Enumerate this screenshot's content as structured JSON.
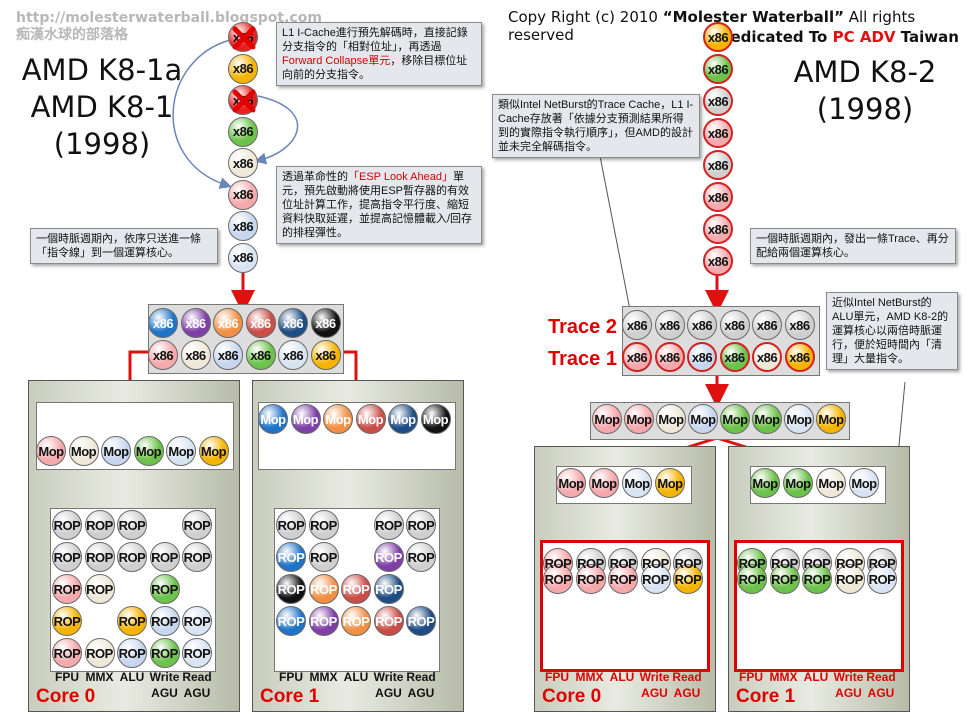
{
  "header": {
    "watermark_url": "http://molesterwaterball.blogspot.com",
    "watermark_name": "痴漢水球的部落格",
    "copyright_prefix": "Copy Right (c) 2010",
    "copyright_name": "“Molester Waterball”",
    "copyright_suffix": "All rights reserved",
    "dedicated_prefix": "Dedicated To",
    "dedicated_highlight": "PC ADV",
    "dedicated_suffix": "Taiwan"
  },
  "titles": {
    "left_line1": "AMD K8-1a",
    "left_line2": "AMD K8-1",
    "left_line3": "(1998)",
    "right_line1": "AMD K8-2",
    "right_line2": "(1998)"
  },
  "notes": {
    "l1_cache": "L1 I-Cache進行預先解碼時，直接記錄分支指令的「相對位址」，再透過Forward Collapse單元，移除目標位址向前的分支指令。",
    "l1_cache_red": "Forward Collapse單元",
    "esp_lookahead": "透過革命性的「ESP Look Ahead」單元，預先啟動將使用ESP暫存器的有效位址計算工作，提高指令平行度、縮短資料快取延遲，並提高記憶體載入/回存的排程彈性。",
    "esp_red": "「ESP Look Ahead」",
    "left_one_cycle": "一個時脈週期內，依序只送進一條「指令線」到一個運算核心。",
    "trace_cache": "類似Intel NetBurst的Trace Cache，L1 I-Cache存放著「依據分支預測結果所得到的實際指令執行順序」，但AMD的設計並未完全解碼指令。",
    "right_one_cycle": "一個時脈週期內，發出一條Trace、再分配給兩個運算核心。",
    "alu_note": "近似Intel NetBurst的ALU單元，AMD K8-2的運算核心以兩倍時脈運行，便於短時間內「清理」大量指令。"
  },
  "labels": {
    "x86": "x86",
    "mop": "Mop",
    "rop": "ROP",
    "trace2": "Trace 2",
    "trace1": "Trace 1",
    "core0": "Core 0",
    "core1": "Core 1",
    "units_top": [
      "FPU",
      "MMX",
      "ALU",
      "Write",
      "Read"
    ],
    "units_bottom": [
      "",
      "",
      "",
      "AGU",
      "AGU"
    ]
  },
  "colors": {
    "red_arrow": "#e01010",
    "blue_arrow": "#6a86b8",
    "accent_red": "#e00000"
  }
}
